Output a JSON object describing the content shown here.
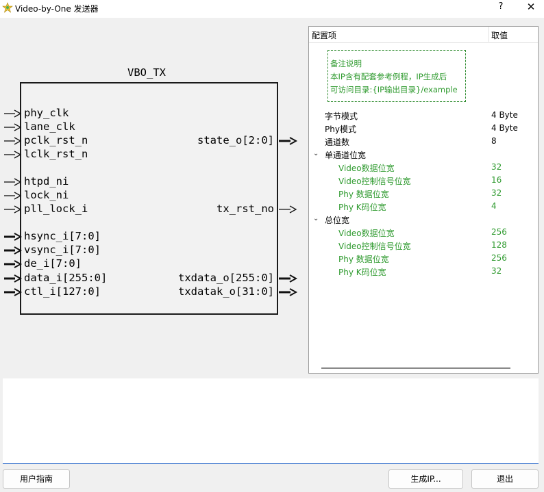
{
  "window": {
    "title": "Video-by-One 发送器",
    "help_label": "?",
    "close_label": "✕"
  },
  "diagram": {
    "block_name": "VBO_TX",
    "inputs": [
      {
        "label": "phy_clk",
        "bus": false
      },
      {
        "label": "lane_clk",
        "bus": false
      },
      {
        "label": "pclk_rst_n",
        "bus": false
      },
      {
        "label": "lclk_rst_n",
        "bus": false
      },
      {
        "label": "htpd_ni",
        "bus": false
      },
      {
        "label": "lock_ni",
        "bus": false
      },
      {
        "label": "pll_lock_i",
        "bus": false
      },
      {
        "label": "hsync_i[7:0]",
        "bus": true
      },
      {
        "label": "vsync_i[7:0]",
        "bus": true
      },
      {
        "label": "de_i[7:0]",
        "bus": true
      },
      {
        "label": "data_i[255:0]",
        "bus": true
      },
      {
        "label": "ctl_i[127:0]",
        "bus": true
      }
    ],
    "outputs": [
      {
        "label": "state_o[2:0]",
        "bus": true
      },
      {
        "label": "tx_rst_no",
        "bus": false
      },
      {
        "label": "txdata_o[255:0]",
        "bus": true
      },
      {
        "label": "txdatak_o[31:0]",
        "bus": true
      }
    ]
  },
  "properties": {
    "header_name": "配置项",
    "header_value": "取值",
    "note": {
      "title": "备注说明",
      "line1": "本IP含有配套参考例程，IP生成后",
      "line2": "可访问目录:{IP输出目录}/example"
    },
    "rows": [
      {
        "label": "字节模式",
        "value": "4 Byte"
      },
      {
        "label": "Phy模式",
        "value": "4 Byte"
      },
      {
        "label": "通道数",
        "value": "8"
      }
    ],
    "groups": [
      {
        "label": "单通道位宽",
        "items": [
          {
            "label": "Video数据位宽",
            "value": "32"
          },
          {
            "label": "Video控制信号位宽",
            "value": "16"
          },
          {
            "label": "Phy 数据位宽",
            "value": "32"
          },
          {
            "label": "Phy K码位宽",
            "value": "4"
          }
        ]
      },
      {
        "label": "总位宽",
        "items": [
          {
            "label": "Video数据位宽",
            "value": "256"
          },
          {
            "label": "Video控制信号位宽",
            "value": "128"
          },
          {
            "label": "Phy 数据位宽",
            "value": "256"
          },
          {
            "label": "Phy K码位宽",
            "value": "32"
          }
        ]
      }
    ],
    "accent_color": "#2e9a2e"
  },
  "buttons": {
    "user_guide": "用户指南",
    "generate": "生成IP...",
    "exit": "退出"
  }
}
